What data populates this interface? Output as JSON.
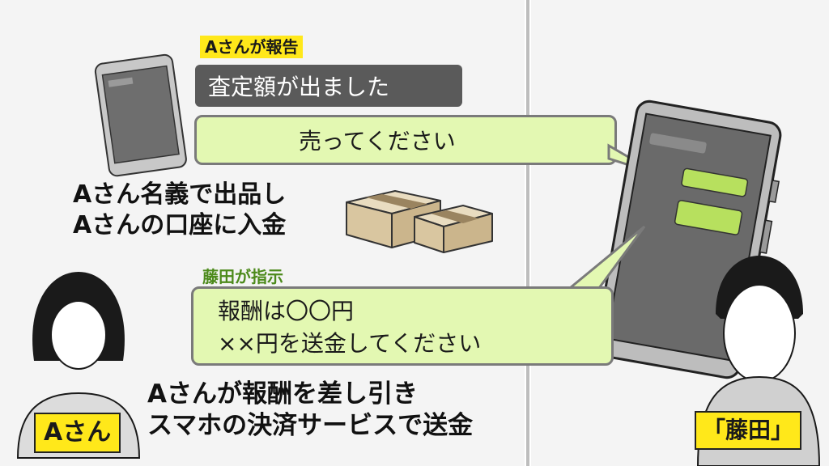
{
  "left_panel": {
    "report_tag": "Aさんが報告",
    "report_message": "査定額が出ました",
    "listing_line1": "Aさん名義で出品し",
    "listing_line2": "Aさんの口座に入金",
    "instruction_tag": "藤田が指示",
    "person_label": "Aさん",
    "summary_line1": "Aさんが報酬を差し引き",
    "summary_line2": "スマホの決済サービスで送金"
  },
  "right_panel": {
    "sell_message": "売ってください",
    "reward_line1": "報酬は〇〇円",
    "reward_line2": "××円を送金してください",
    "person_label": "「藤田」"
  },
  "colors": {
    "yellow": "#ffe81a",
    "bubble_green": "#e3f8b2",
    "tag_green": "#4c8a1b",
    "dark_box": "#5a5a5a"
  }
}
